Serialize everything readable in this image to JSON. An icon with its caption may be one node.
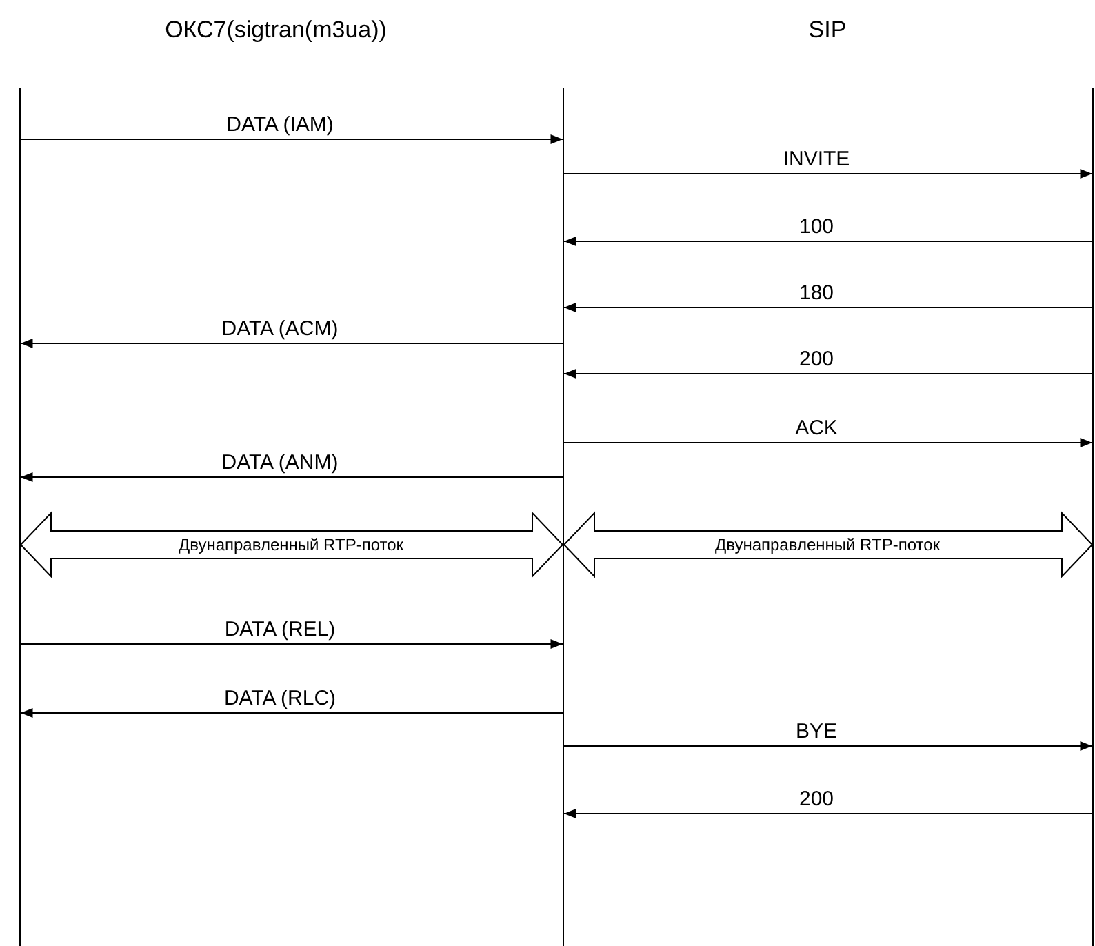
{
  "diagram": {
    "nodes": [
      {
        "text": [],
        "shape": "bar"
      },
      {
        "text": [],
        "shape": "bar"
      },
      {
        "text": [],
        "shape": "bar"
      }
    ],
    "edges": [
      {
        "from": 0,
        "to": 1,
        "arrow": "to",
        "label": "DATA (IAM)"
      },
      {
        "from": 1,
        "to": 2,
        "arrow": "to",
        "label": "INVITE"
      },
      {
        "from": 2,
        "to": 1,
        "arrow": "to",
        "label": "100"
      },
      {
        "from": 2,
        "to": 1,
        "arrow": "to",
        "label": "180"
      },
      {
        "from": 1,
        "to": 0,
        "arrow": "to",
        "label": "DATA (ACM)"
      },
      {
        "from": 2,
        "to": 1,
        "arrow": "to",
        "label": "200"
      },
      {
        "from": 1,
        "to": 2,
        "arrow": "to",
        "label": "ACK"
      },
      {
        "from": 1,
        "to": 0,
        "arrow": "to",
        "label": "DATA (ANM)"
      },
      {
        "from": 0,
        "to": 1,
        "arrow": "both",
        "label": "Двунаправленный RTP-поток",
        "style": "thick"
      },
      {
        "from": 1,
        "to": 2,
        "arrow": "both",
        "label": "Двунаправленный RTP-поток",
        "style": "thick"
      },
      {
        "from": 0,
        "to": 1,
        "arrow": "to",
        "label": "DATA (REL)"
      },
      {
        "from": 1,
        "to": 0,
        "arrow": "to",
        "label": "DATA (RLC)"
      },
      {
        "from": 1,
        "to": 2,
        "arrow": "to",
        "label": "BYE"
      },
      {
        "from": 2,
        "to": 1,
        "arrow": "to",
        "label": "200"
      }
    ],
    "labels": [
      "ОКС7(sigtran(m3ua))",
      "SIP"
    ]
  }
}
